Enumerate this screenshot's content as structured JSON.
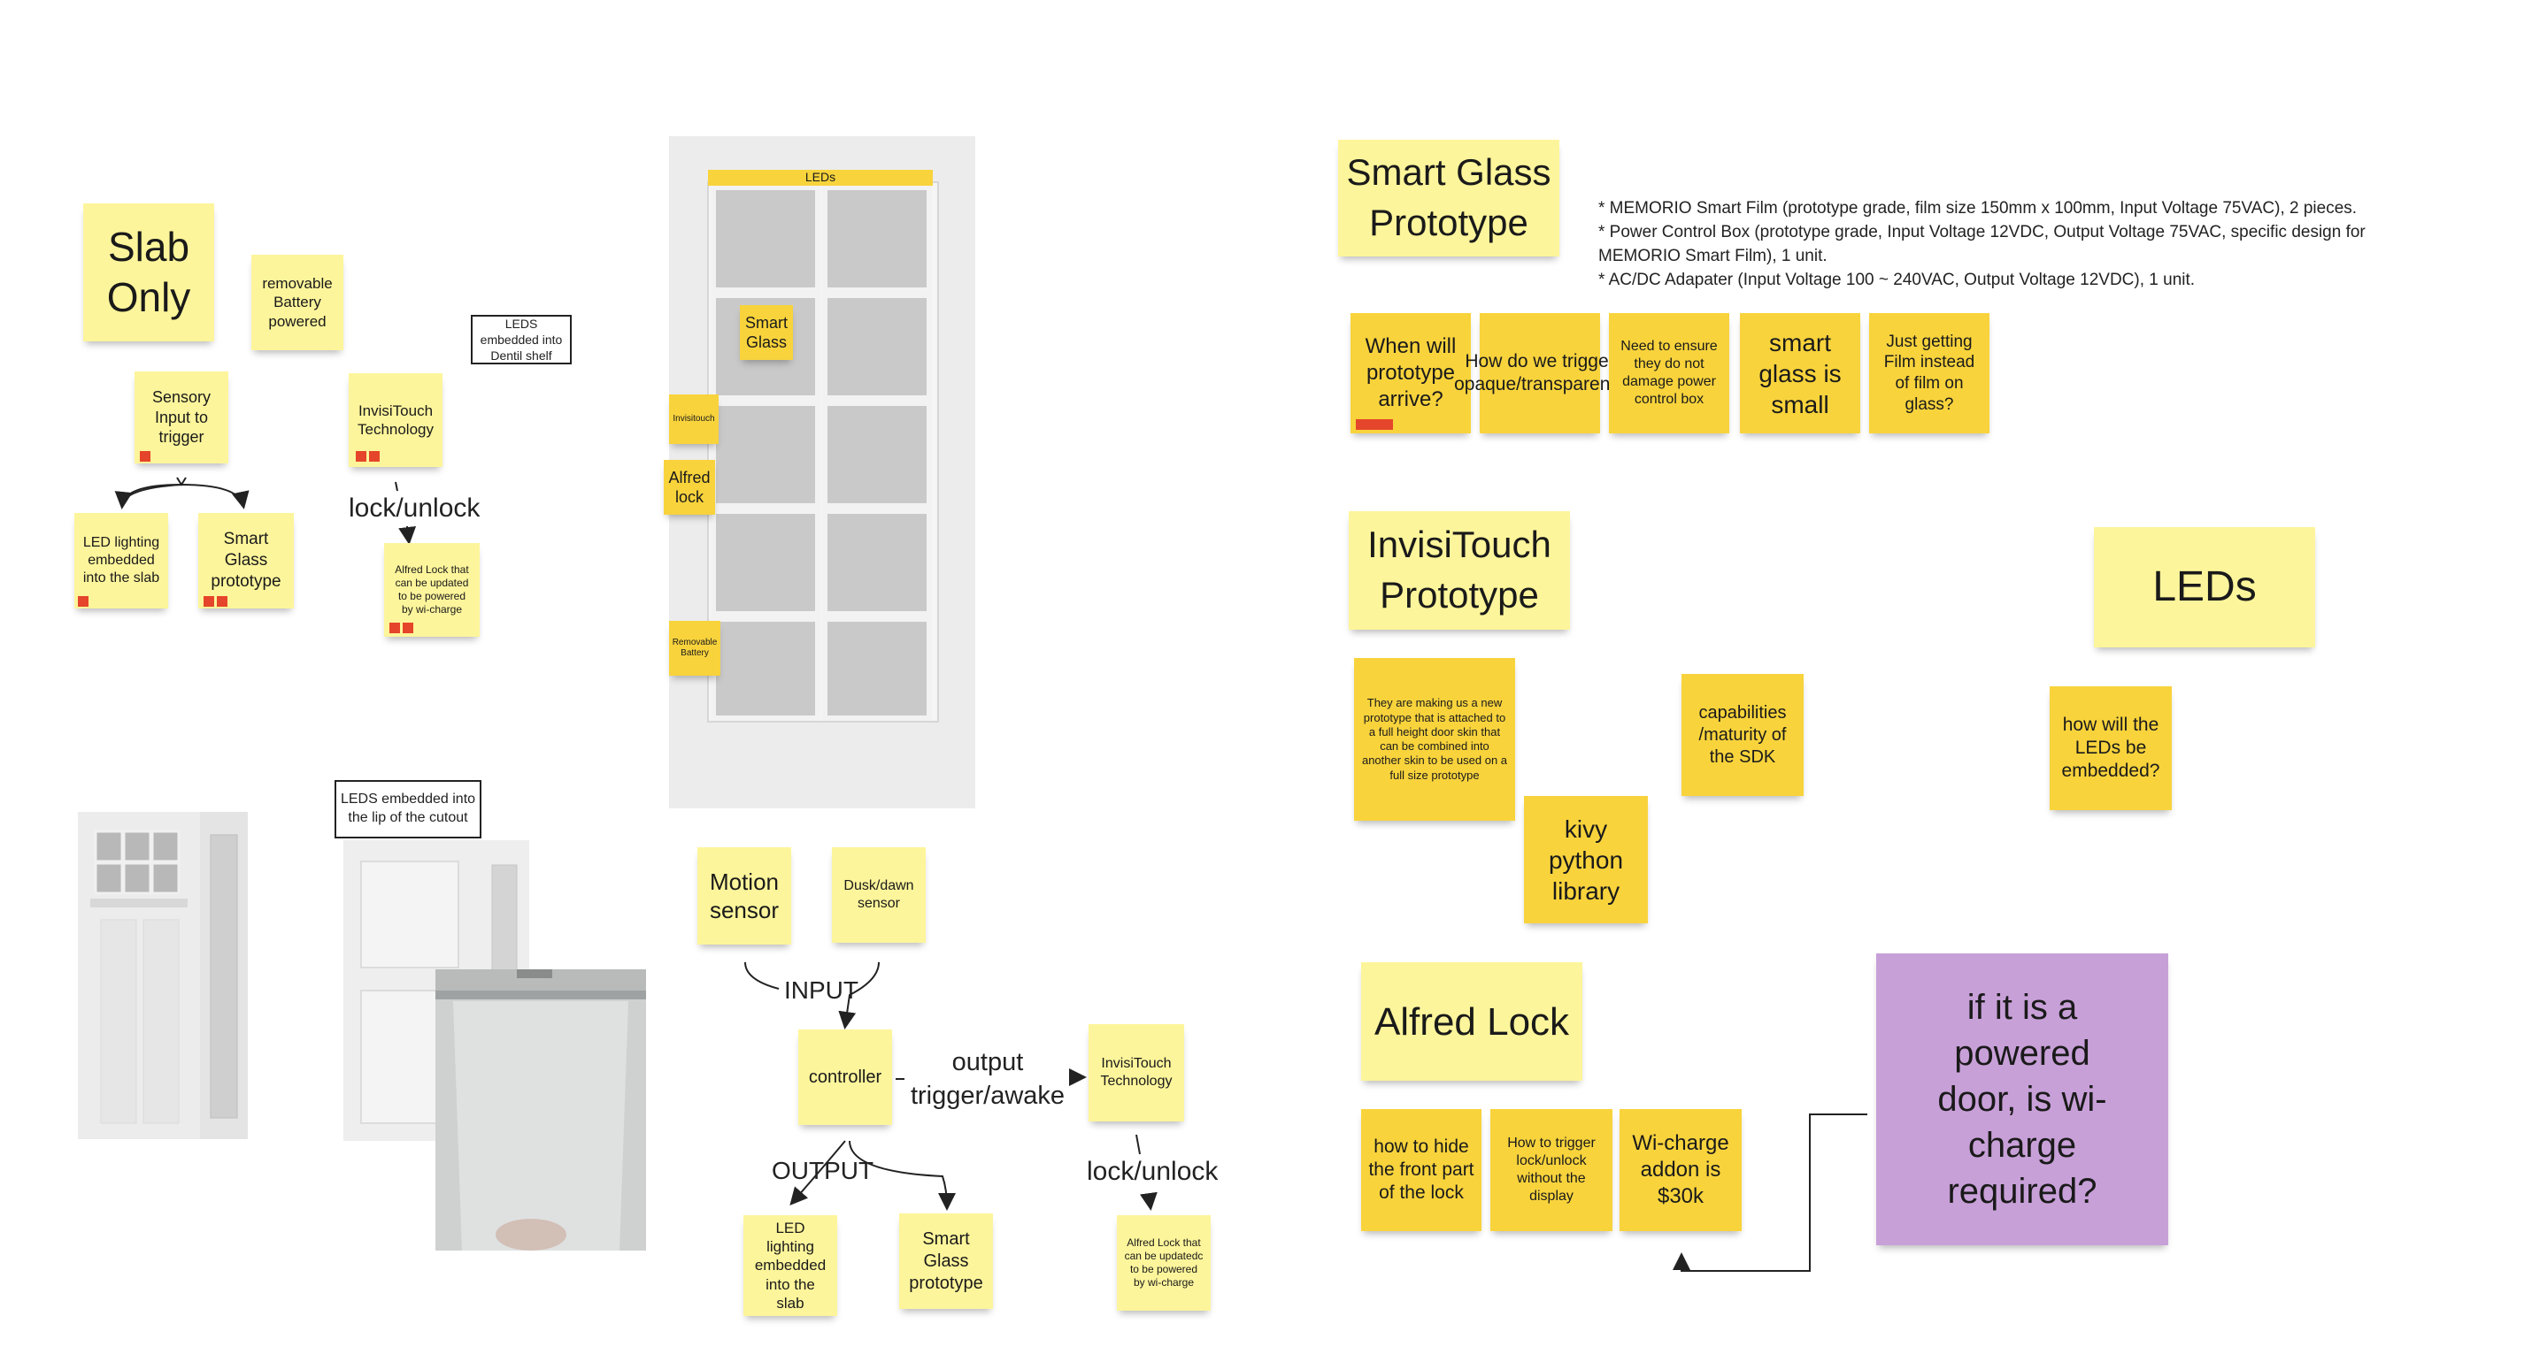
{
  "colors": {
    "sticky_light": "#fdf59b",
    "sticky_dark": "#f8d33c",
    "sticky_purple": "#c8a0d8",
    "tag_red": "#e5452a"
  },
  "left_cluster": {
    "slab_only": "Slab Only",
    "removable_battery": "removable Battery powered",
    "leds_dentil": "LEDS embedded into Dentil shelf",
    "sensory_input": "Sensory Input to trigger",
    "invisitouch_tech": "InvisiTouch Technology",
    "lock_unlock": "lock/unlock",
    "led_lighting": "LED lighting embedded into the slab",
    "smart_glass_proto": "Smart Glass prototype",
    "alfred_lock_wicharge": "Alfred Lock that can be updated to be powered by wi-charge"
  },
  "door": {
    "leds_bar": "LEDs",
    "smart_glass": "Smart Glass",
    "invisitouch": "Invisitouch",
    "alfred_lock": "Alfred lock",
    "removable_battery": "Removable Battery"
  },
  "bottom_left": {
    "leds_lip": "LEDS embedded into the lip of the cutout"
  },
  "flow": {
    "motion_sensor": "Motion sensor",
    "dusk_dawn": "Dusk/dawn sensor",
    "input": "INPUT",
    "controller": "controller",
    "output_trigger": "output trigger/awake",
    "invisitouch_tech": "InvisiTouch Technology",
    "output": "OUTPUT",
    "lock_unlock": "lock/unlock",
    "led_lighting": "LED lighting embedded into the slab",
    "smart_glass_proto": "Smart Glass prototype",
    "alfred_lock": "Alfred Lock that can be updatedc to be powered by wi-charge"
  },
  "smart_glass_section": {
    "title": "Smart Glass Prototype",
    "spec_lines": [
      "* MEMORIO Smart Film (prototype grade, film size 150mm x 100mm, Input Voltage 75VAC), 2 pieces.",
      "* Power Control Box (prototype grade, Input Voltage 12VDC, Output Voltage 75VAC, specific design for MEMORIO Smart Film), 1 unit.",
      "* AC/DC Adapater (Input Voltage 100 ~ 240VAC, Output Voltage 12VDC), 1 unit."
    ],
    "questions": [
      "When will prototype arrive?",
      "How do we trigger opaque/transparent?",
      "Need to ensure they do not damage power control box",
      "smart glass is small",
      "Just getting Film instead of film on glass?"
    ]
  },
  "invisitouch_section": {
    "title": "InvisiTouch Prototype",
    "note_prototype": "They are making us a new prototype that is attached to a full height door skin that can be combined into another skin to be used on a full size prototype",
    "capabilities": "capabilities /maturity of the SDK",
    "kivy": "kivy python library"
  },
  "leds_section": {
    "title": "LEDs",
    "question": "how will the LEDs be embedded?"
  },
  "alfred_section": {
    "title": "Alfred Lock",
    "notes": [
      "how to hide the front part of the lock",
      "How to trigger lock/unlock without the display",
      "Wi-charge addon is $30k"
    ],
    "purple_question": "if it is a powered door, is wi-charge required?"
  }
}
